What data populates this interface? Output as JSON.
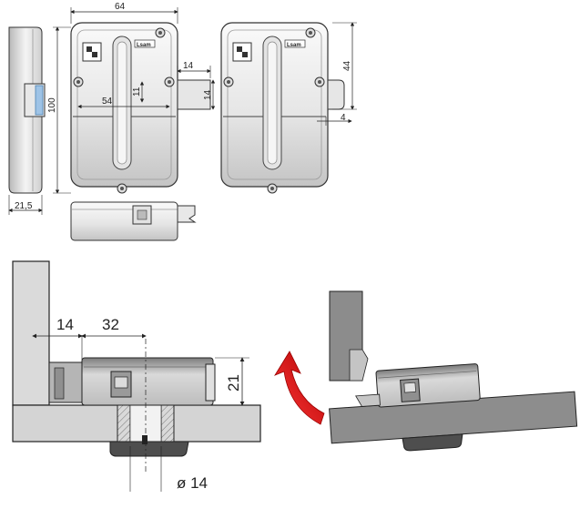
{
  "top_drawings": {
    "dims": {
      "width_64": "64",
      "height_100": "100",
      "depth_21_5": "21,5",
      "inner_54": "54",
      "bolt_14_top": "14",
      "bolt_11": "11",
      "bolt_14_side": "14",
      "right_44": "44",
      "right_4": "4"
    },
    "logo_text": "Lsam"
  },
  "install_drawing": {
    "dims": {
      "offset_14": "14",
      "offset_32": "32",
      "height_21": "21",
      "hole_diameter": "ø 14"
    }
  },
  "colors": {
    "line": "#222222",
    "body_light": "#ececec",
    "body_mid": "#c9c9c9",
    "body_dark": "#8a8a8a",
    "board": "#cfcfcf",
    "accent_blue": "#9ec3e6",
    "arrow_red": "#d21818"
  },
  "icons": {
    "rotate_arrow": "curved-red-arrow-icon"
  }
}
